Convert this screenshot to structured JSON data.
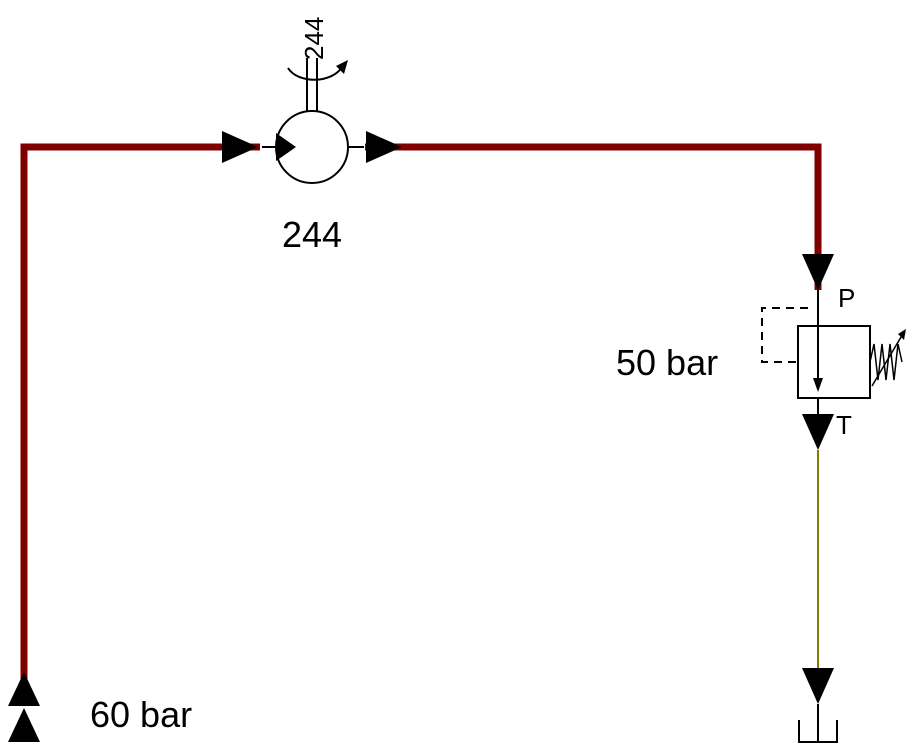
{
  "diagram": {
    "motor": {
      "label": "244",
      "shaft_label": "244",
      "icon": "hydraulic-motor-icon"
    },
    "relief_valve": {
      "setting_label": "50 bar",
      "port_p": "P",
      "port_t": "T",
      "icon": "pressure-relief-valve-icon"
    },
    "source": {
      "pressure_label": "60 bar",
      "icon": "pressure-source-icon"
    },
    "tank": {
      "icon": "tank-icon"
    },
    "colors": {
      "pressure_line": "#800000",
      "return_line": "#808000",
      "symbol": "#000000"
    }
  }
}
